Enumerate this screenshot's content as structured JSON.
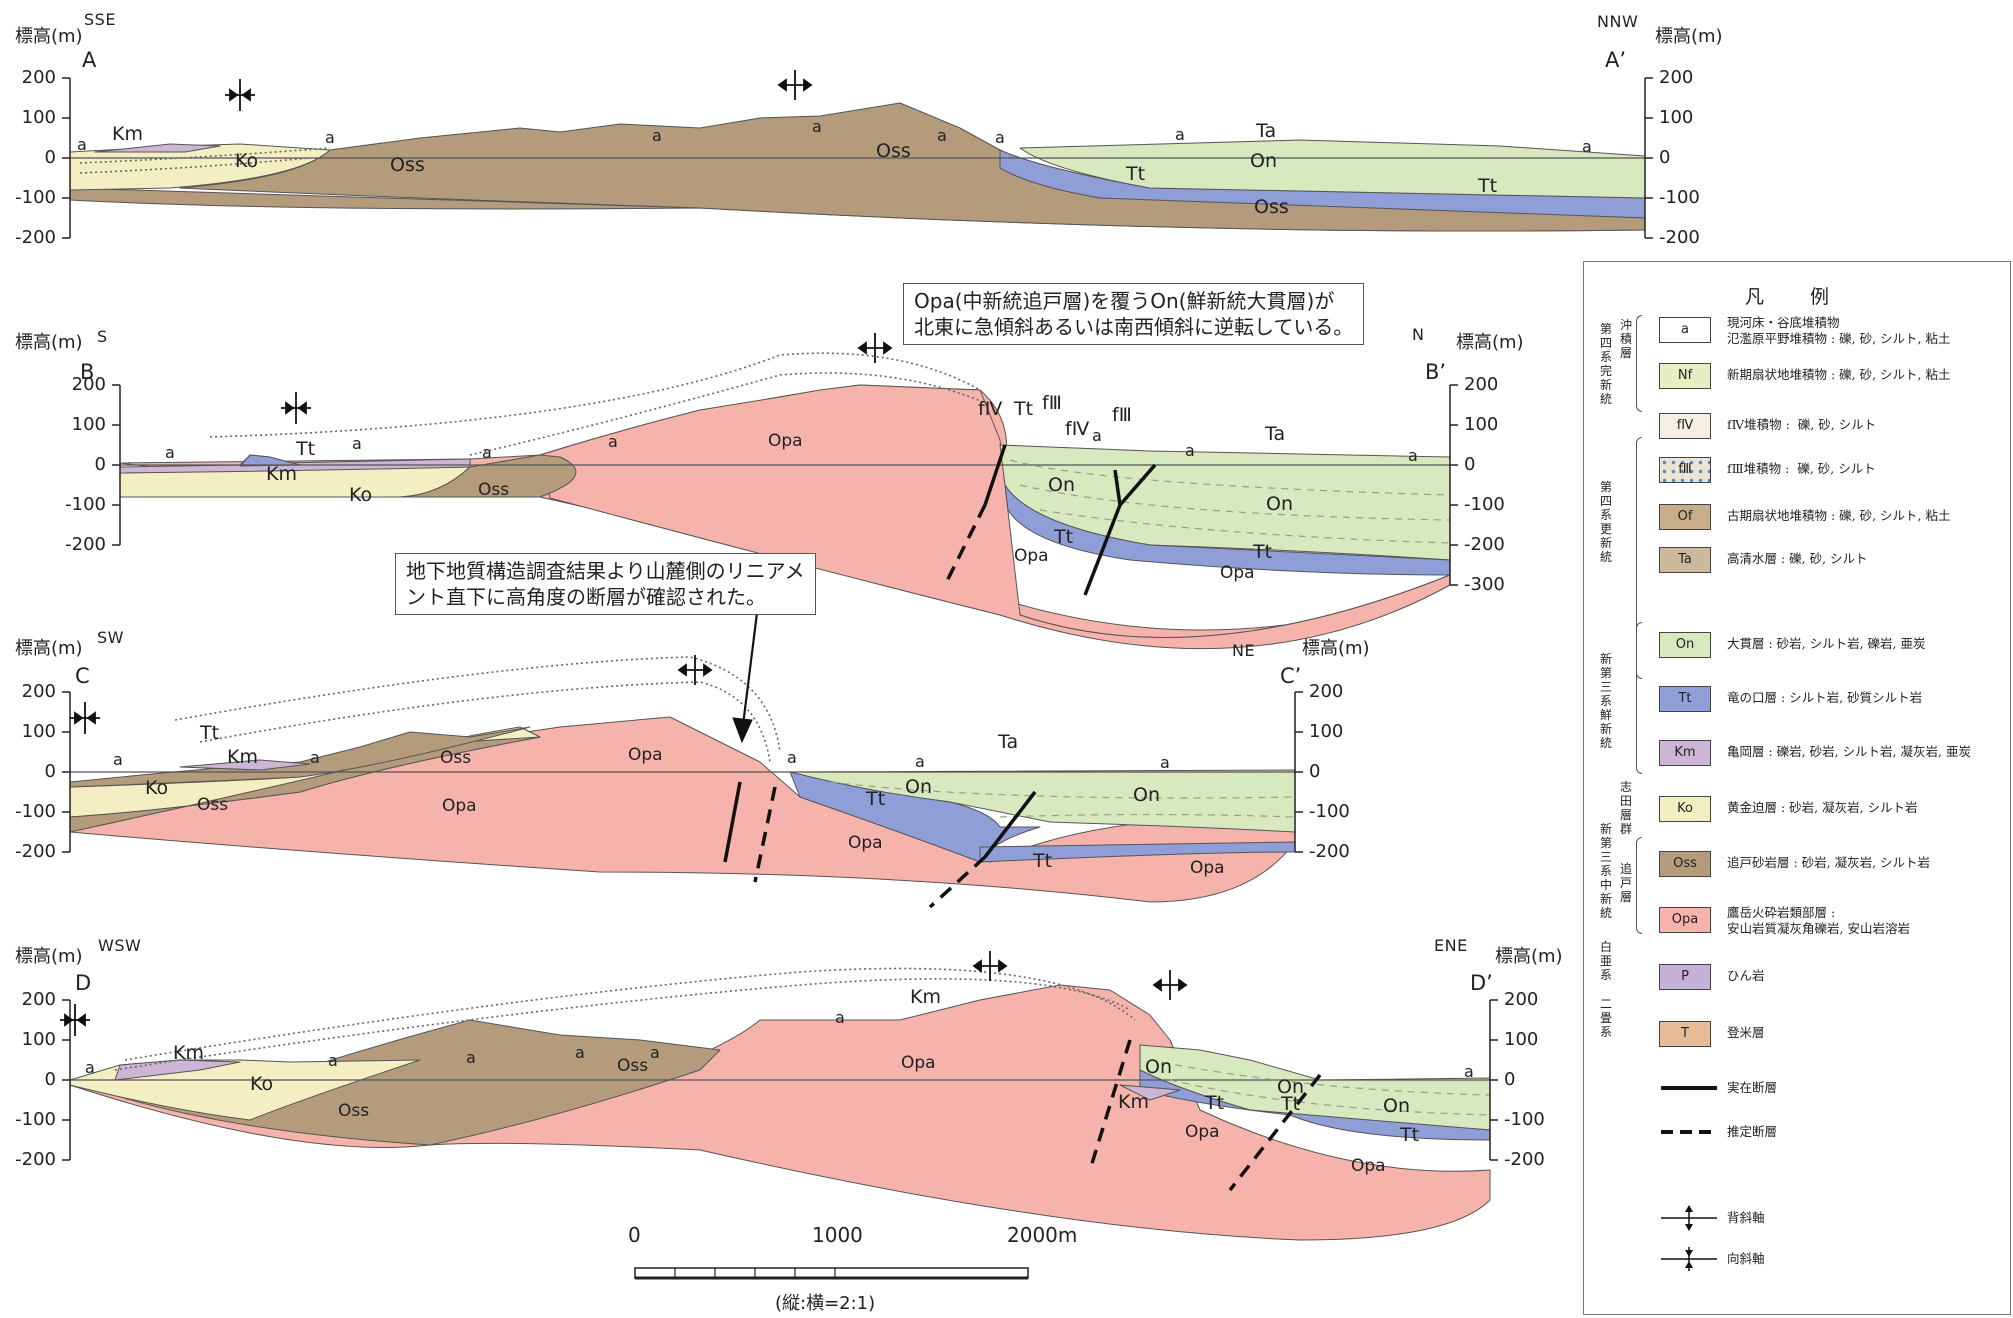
{
  "colors": {
    "Opa": "#f6b3ab",
    "Oss": "#b39b7c",
    "On": "#d8e8bf",
    "Tt": "#8f9ed6",
    "Km": "#cdb5d6",
    "Ko": "#f4efc3",
    "Ta": "#cdb99c",
    "a": "#ffffff",
    "Nf": "#e5efc2",
    "fIV": "#f4efe0",
    "fIII": "#efe4d2",
    "Of": "#c7ae88",
    "P": "#c6b1d9",
    "T": "#e7bd97"
  },
  "sections": {
    "A": {
      "start": "A",
      "end": "A’",
      "dir_left": "SSE",
      "dir_right": "NNW",
      "ylabel_left": "標高(m)",
      "ylabel_right": "標高(m)",
      "ticks": [
        "200",
        "100",
        "0",
        "-100",
        "-200"
      ],
      "ticks_right": [
        "200",
        "100",
        "0",
        "-100",
        "-200"
      ],
      "labels": [
        "a",
        "Km",
        "Ko",
        "a",
        "Oss",
        "a",
        "a",
        "Oss",
        "a",
        "a",
        "a",
        "Ta",
        "On",
        "Tt",
        "Tt",
        "Oss",
        "a"
      ]
    },
    "B": {
      "start": "B",
      "end": "B’",
      "dir_left": "S",
      "dir_right": "N",
      "ylabel_left": "標高(m)",
      "ylabel_right": "標高(m)",
      "ticks": [
        "200",
        "100",
        "0",
        "-100",
        "-200"
      ],
      "ticks_right": [
        "200",
        "100",
        "0",
        "-100",
        "-200",
        "-300"
      ],
      "labels": [
        "a",
        "Tt",
        "a",
        "Km",
        "Ko",
        "a",
        "Oss",
        "a",
        "Opa",
        "fⅣ",
        "Tt",
        "fⅢ",
        "fⅣ",
        "a",
        "fⅢ",
        "a",
        "Ta",
        "a",
        "On",
        "On",
        "Tt",
        "Tt",
        "Opa",
        "Opa"
      ]
    },
    "C": {
      "start": "C",
      "end": "C’",
      "dir_left": "SW",
      "dir_right": "NE",
      "ylabel_left": "標高(m)",
      "ylabel_right": "標高(m)",
      "ticks": [
        "200",
        "100",
        "0",
        "-100",
        "-200"
      ],
      "ticks_right": [
        "200",
        "100",
        "0",
        "-100",
        "-200"
      ],
      "labels": [
        "Tt",
        "a",
        "Km",
        "a",
        "Oss",
        "Opa",
        "Ko",
        "Oss",
        "Opa",
        "a",
        "a",
        "Ta",
        "On",
        "Tt",
        "On",
        "a",
        "Opa",
        "Tt",
        "Opa"
      ]
    },
    "D": {
      "start": "D",
      "end": "D’",
      "dir_left": "WSW",
      "dir_right": "ENE",
      "ylabel_left": "標高(m)",
      "ylabel_right": "標高(m)",
      "ticks": [
        "200",
        "100",
        "0",
        "-100",
        "-200"
      ],
      "ticks_right": [
        "200",
        "100",
        "0",
        "-100",
        "-200"
      ],
      "labels": [
        "a",
        "Km",
        "a",
        "Ko",
        "a",
        "Oss",
        "a",
        "Oss",
        "a",
        "a",
        "Km",
        "Opa",
        "On",
        "Km",
        "Tt",
        "On",
        "Tt",
        "On",
        "Opa",
        "Tt",
        "Opa",
        "a"
      ]
    }
  },
  "callouts": {
    "b_note": "Opa(中新統追戸層)を覆うOn(鮮新統大貫層)が\n北東に急傾斜あるいは南西傾斜に逆転している。",
    "c_note": "地下地質構造調査結果より山麓側のリニアメ\nント直下に高角度の断層が確認された。"
  },
  "scale": {
    "t0": "0",
    "t1": "1000",
    "t2": "2000m",
    "ratio": "(縦:横=2:1)"
  },
  "legend": {
    "title": "凡 例",
    "groups": [
      {
        "text": "第四系完新統"
      },
      {
        "text": "沖積層"
      },
      {
        "text": "第四系更新統"
      },
      {
        "text": "新第三系鮮新統"
      },
      {
        "text": "新第三系中新統"
      },
      {
        "text": "志田層群"
      },
      {
        "text": "追戸層"
      },
      {
        "text": "白亜系"
      },
      {
        "text": "二畳系"
      }
    ],
    "items": [
      {
        "code": "a",
        "desc": "現河床・谷底堆積物\n氾濫原平野堆積物 : 礫, 砂, シルト, 粘土"
      },
      {
        "code": "Nf",
        "desc": "新期扇状地堆積物 : 礫, 砂, シルト, 粘土"
      },
      {
        "code": "fⅣ",
        "desc": "fⅣ堆積物 :  礫, 砂, シルト"
      },
      {
        "code": "fⅢ",
        "desc": "fⅢ堆積物 :  礫, 砂, シルト"
      },
      {
        "code": "Of",
        "desc": "古期扇状地堆積物 : 礫, 砂, シルト, 粘土"
      },
      {
        "code": "Ta",
        "desc": "高清水層 : 礫, 砂, シルト"
      },
      {
        "code": "On",
        "desc": "大貫層 : 砂岩, シルト岩, 礫岩, 亜炭"
      },
      {
        "code": "Tt",
        "desc": "竜の口層 : シルト岩, 砂質シルト岩"
      },
      {
        "code": "Km",
        "desc": "亀岡層 : 礫岩, 砂岩, シルト岩, 凝灰岩, 亜炭"
      },
      {
        "code": "Ko",
        "desc": "黄金迫層 : 砂岩, 凝灰岩, シルト岩"
      },
      {
        "code": "Oss",
        "desc": "追戸砂岩層 : 砂岩, 凝灰岩, シルト岩"
      },
      {
        "code": "Opa",
        "desc": "鷹岳火砕岩類部層 :\n安山岩質凝灰角礫岩, 安山岩溶岩"
      },
      {
        "code": "P",
        "desc": "ひん岩"
      },
      {
        "code": "T",
        "desc": "登米層"
      }
    ],
    "lines": [
      {
        "name": "solid",
        "desc": "実在断層"
      },
      {
        "name": "dashed",
        "desc": "推定断層"
      },
      {
        "name": "anticline",
        "desc": "背斜軸"
      },
      {
        "name": "syncline",
        "desc": "向斜軸"
      }
    ]
  }
}
